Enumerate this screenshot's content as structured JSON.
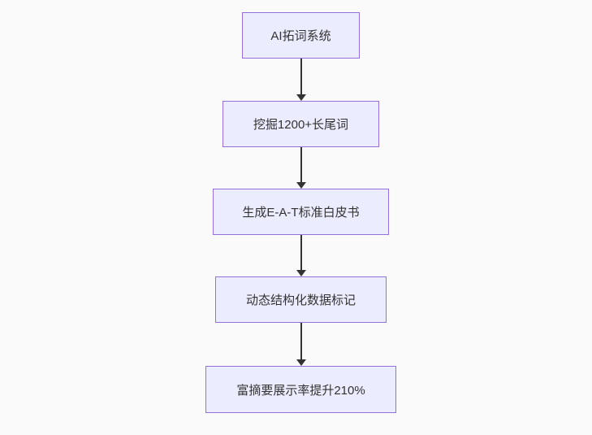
{
  "canvas": {
    "background_color": "#fafafa"
  },
  "flowchart": {
    "direction": "top-down",
    "style": {
      "node_fill": "#ECECFF",
      "node_border": "#9370DB",
      "node_text_color": "#333333",
      "arrow_color": "#333333"
    },
    "nodes": [
      {
        "label": "AI拓词系统"
      },
      {
        "label": "挖掘1200+长尾词"
      },
      {
        "label": "生成E-A-T标准白皮书"
      },
      {
        "label": "动态结构化数据标记"
      },
      {
        "label": "富摘要展示率提升210%"
      }
    ],
    "edges": [
      {
        "from_index": 0,
        "to_index": 1,
        "arrow": "down"
      },
      {
        "from_index": 1,
        "to_index": 2,
        "arrow": "down"
      },
      {
        "from_index": 2,
        "to_index": 3,
        "arrow": "down"
      },
      {
        "from_index": 3,
        "to_index": 4,
        "arrow": "down"
      }
    ]
  }
}
